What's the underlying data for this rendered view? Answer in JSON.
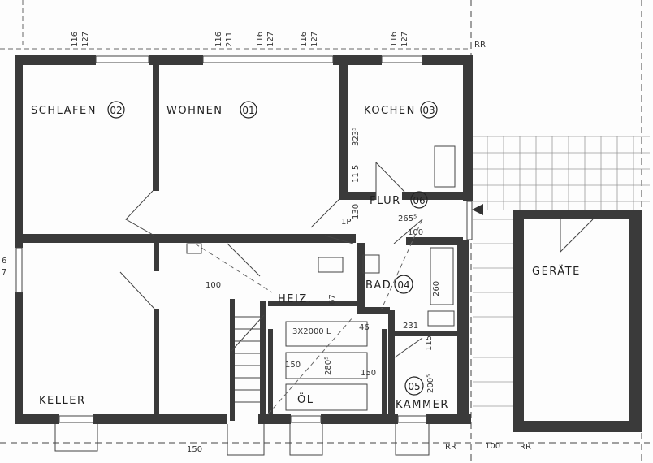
{
  "rooms": {
    "schlafen": {
      "label": "SCHLAFEN",
      "number": "02"
    },
    "wohnen": {
      "label": "WOHNEN",
      "number": "01"
    },
    "kochen": {
      "label": "KOCHEN",
      "number": "03"
    },
    "flur": {
      "label": "FLUR",
      "number": "06"
    },
    "bad": {
      "label": "BAD",
      "number": "04"
    },
    "kammer": {
      "label": "KAMMER",
      "number": "05"
    },
    "heiz": {
      "label": "HEIZ."
    },
    "keller": {
      "label": "KELLER"
    },
    "geraete": {
      "label": "GERÄTE"
    },
    "tank": {
      "capacity": "3X2000 L",
      "oil": "ÖL"
    }
  },
  "dimensions": {
    "top": [
      "116",
      "127",
      "116",
      "211",
      "116",
      "127",
      "116",
      "127",
      "116",
      "127"
    ],
    "kochen_height": "323⁵",
    "kochen_lower": "11 5",
    "flur_130": "130",
    "flur_1p": "1P",
    "flur_width": "265⁵",
    "flur_100": "100",
    "heiz_67": "67",
    "bad_260": "260",
    "d_231": "231",
    "d_46": "46",
    "tank_150_left": "150",
    "tank_280": "280⁵",
    "tank_150_right": "150",
    "kammer_115": "115",
    "kammer_200": "200⁵",
    "keller_100": "100",
    "bottom_150": "150",
    "bottom_100": "100",
    "left_6": "6",
    "left_7": "7",
    "rr": "RR"
  }
}
